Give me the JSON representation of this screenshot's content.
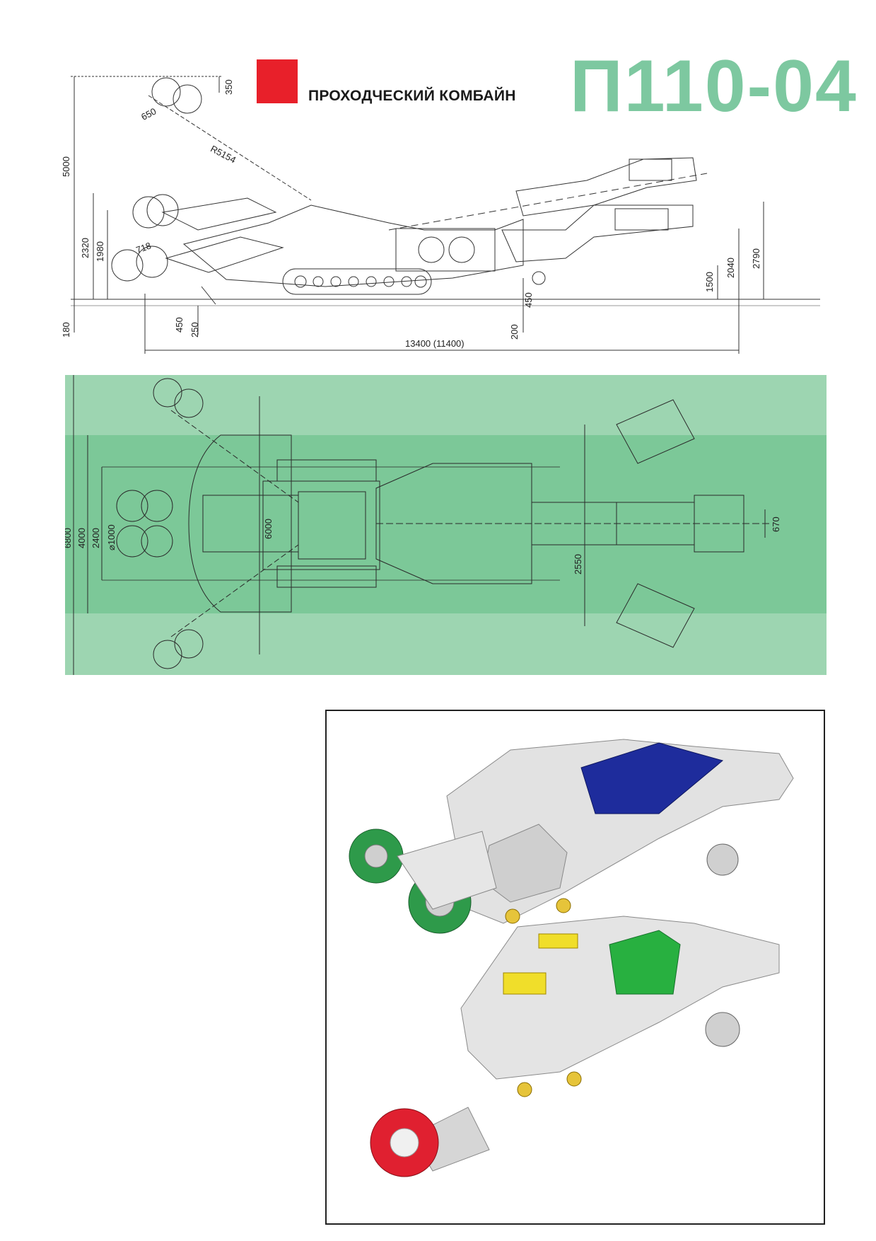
{
  "header": {
    "subtitle": "ПРОХОДЧЕСКИЙ КОМБАЙН",
    "model": "П110-04",
    "accent_red": "#e8202a",
    "accent_green": "#7dc8a0"
  },
  "side_view": {
    "dims": {
      "d350": "350",
      "d650": "650",
      "r5154": "R5154",
      "d5000": "5000",
      "d2320": "2320",
      "d1980": "1980",
      "d718": "718",
      "d180": "180",
      "d450a": "450",
      "d250": "250",
      "d450b": "450",
      "d200": "200",
      "d1500": "1500",
      "d2040": "2040",
      "d2790": "2790",
      "length": "13400 (11400)"
    }
  },
  "plan_view": {
    "colors": {
      "band_light": "#9dd5b1",
      "band_dark": "#7cc898"
    },
    "dims": {
      "d6800": "6800",
      "d4000": "4000",
      "d2400": "2400",
      "d1000": "⌀1000",
      "d6000": "6000",
      "d2550": "2550",
      "d670": "670"
    }
  },
  "photo": {
    "colors": {
      "machine_grey": "#dcdcdc",
      "motor_blue": "#1e2c9c",
      "motor_green": "#28b040",
      "cutter_red": "#e02030",
      "cutter_green": "#2e9a4a"
    }
  }
}
